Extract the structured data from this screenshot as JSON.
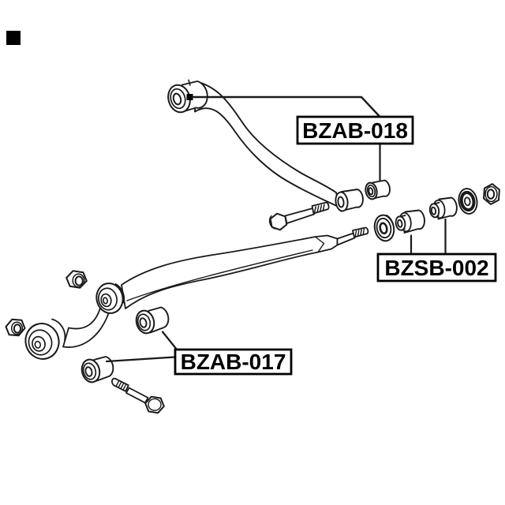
{
  "diagram": {
    "type": "exploded-parts-diagram",
    "subject": "suspension control arms with bushings, bolts, washers and nuts",
    "colors": {
      "background": "#ffffff",
      "ink": "#1a1a1a",
      "marker": "#000000",
      "label_border": "#000000",
      "label_text": "#000000"
    },
    "labels": {
      "bzab018": "BZAB-018",
      "bzsb002": "BZSB-002",
      "bzab017": "BZAB-017"
    }
  }
}
